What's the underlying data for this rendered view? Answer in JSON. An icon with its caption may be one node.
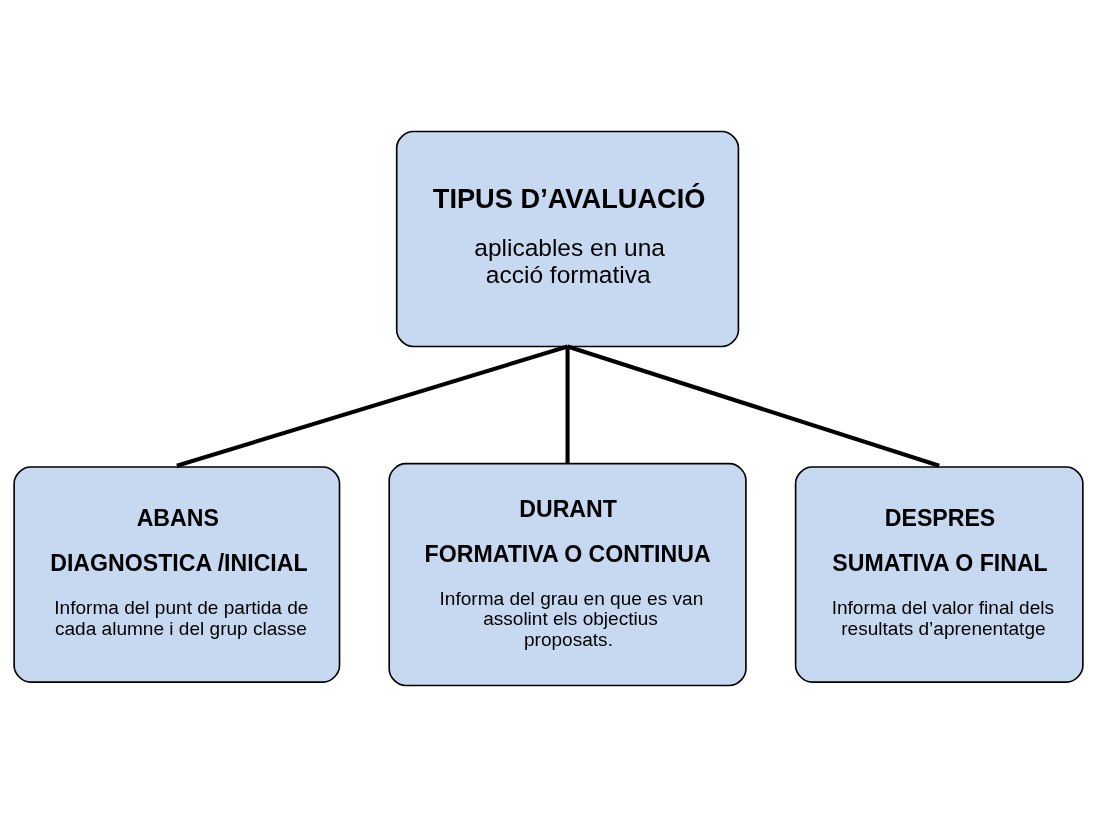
{
  "diagram": {
    "nodes": [
      {
        "text": [
          "TIPUS D’AVALUACIÓ",
          "aplicables en una acció formativa"
        ]
      },
      {
        "text": [
          "ABANS",
          "DIAGNOSTICA /INICIAL",
          "Informa del punt de partida de cada alumne i del grup classe"
        ]
      },
      {
        "text": [
          "DURANT",
          "FORMATIVA O CONTINUA",
          "Informa del grau en que es van assolint els objectius proposats."
        ]
      },
      {
        "text": [
          "DESPRES",
          "SUMATIVA O FINAL",
          "Informa del valor final dels resultats d’aprenentatge"
        ]
      }
    ],
    "edges": [
      {
        "from": 0,
        "to": 1,
        "arrow": "none"
      },
      {
        "from": 0,
        "to": 2,
        "arrow": "none"
      },
      {
        "from": 0,
        "to": 3,
        "arrow": "none"
      }
    ]
  }
}
